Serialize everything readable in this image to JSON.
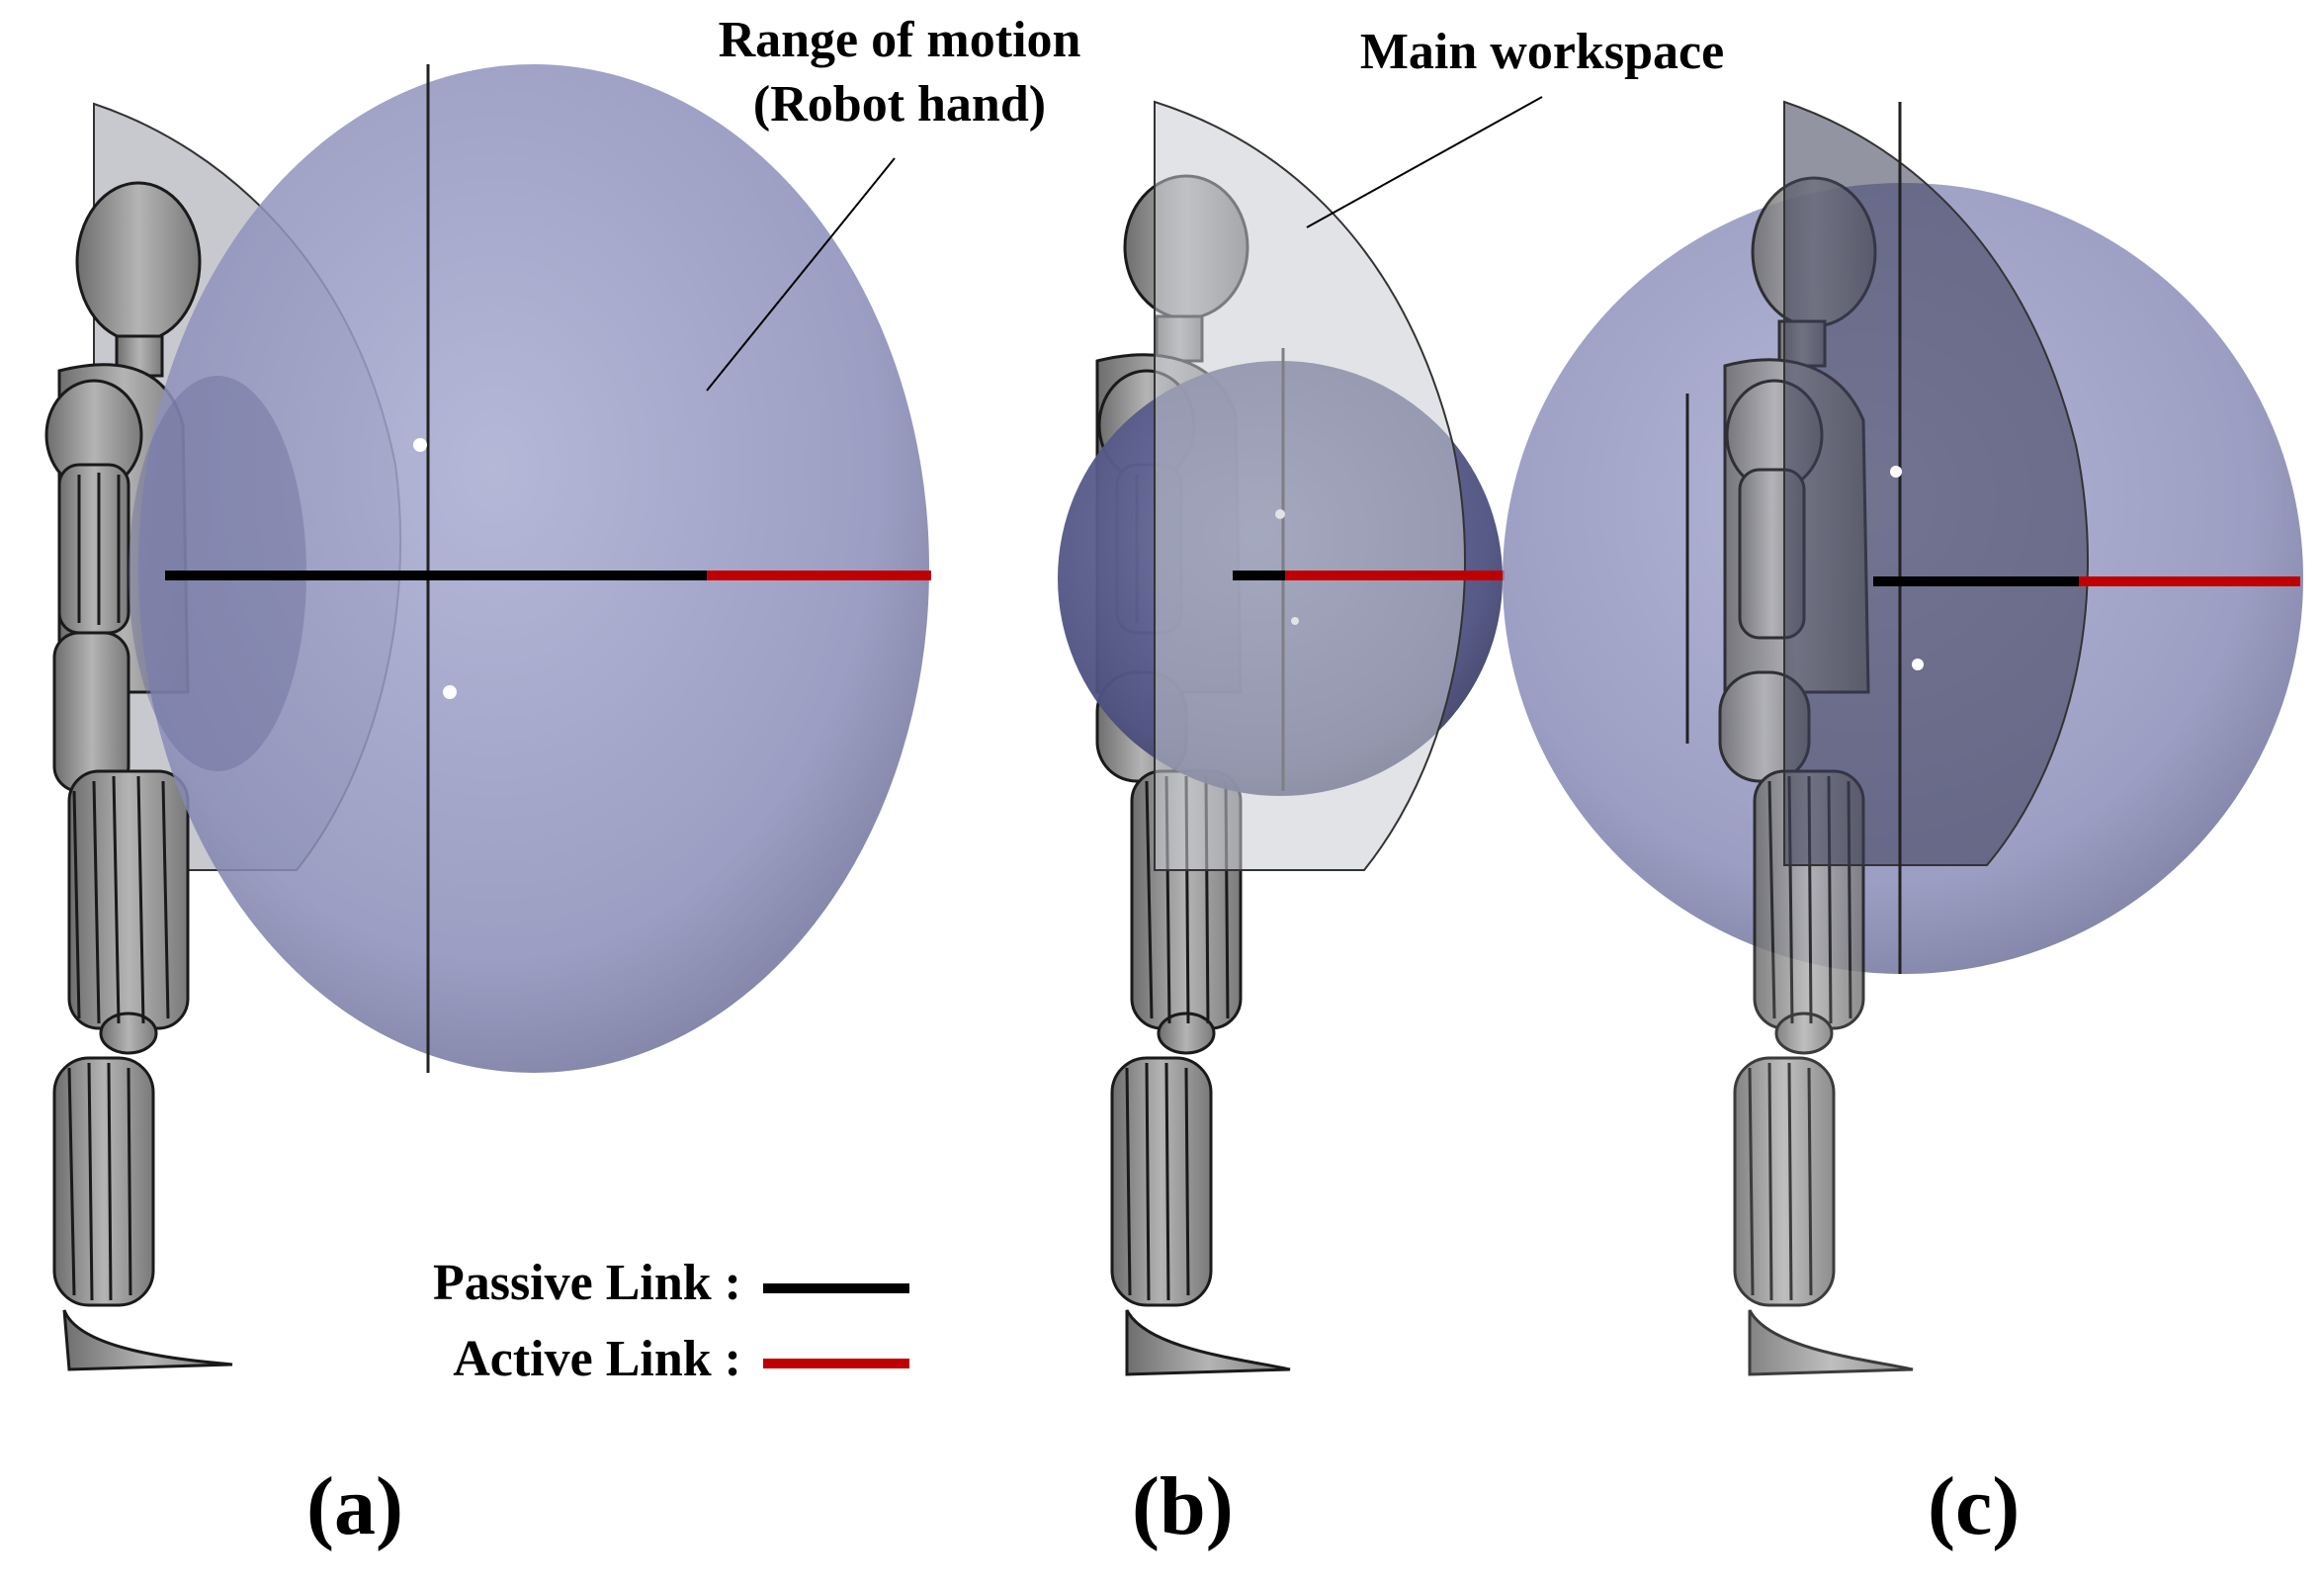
{
  "annotations": {
    "range_of_motion_line1": "Range of motion",
    "range_of_motion_line2": "(Robot hand)",
    "main_workspace": "Main workspace"
  },
  "legend": {
    "passive_label": "Passive Link :",
    "active_label": "Active Link :",
    "passive_color": "#000000",
    "active_color": "#c00000"
  },
  "panels": [
    {
      "label": "(a)"
    },
    {
      "label": "(b)"
    },
    {
      "label": "(c)"
    }
  ],
  "colors": {
    "sphere_fill": "#8c8fb8",
    "sphere_dark": "#4a4d73",
    "workspace_fill": "#b9bcc4",
    "mannequin_fill": "#8e8e8e",
    "mannequin_stroke": "#1a1a1a"
  }
}
